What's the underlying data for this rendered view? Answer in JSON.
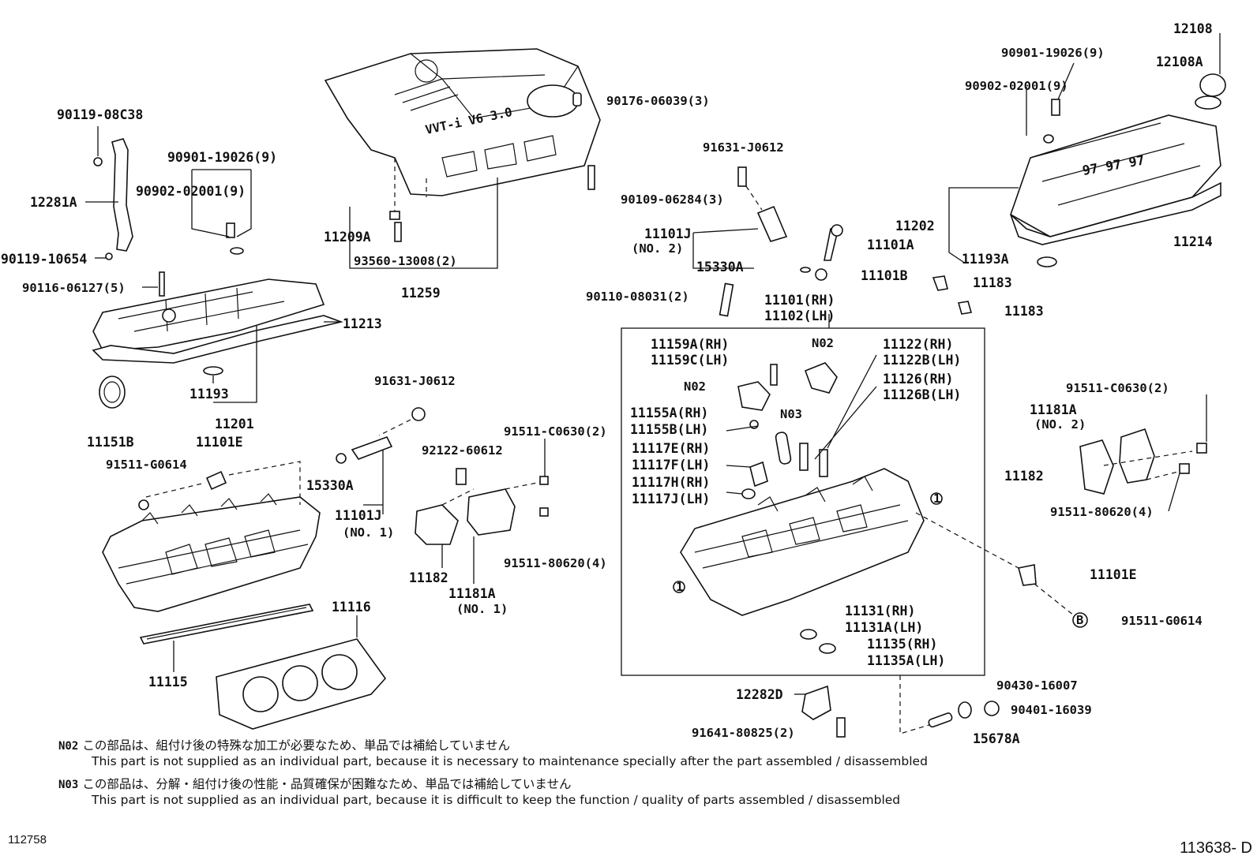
{
  "labels": {
    "l_90119_08c38": "90119-08C38",
    "l_12281a": "12281A",
    "l_90119_10654": "90119-10654",
    "l_90116_06127": "90116-06127(5)",
    "l_90901_19026_l": "90901-19026(9)",
    "l_90902_02001_l": "90902-02001(9)",
    "l_11213": "11213",
    "l_11193": "11193",
    "l_11201": "11201",
    "l_11151b": "11151B",
    "l_11101e_l": "11101E",
    "l_91511_g0614_l": "91511-G0614",
    "l_90176_06039": "90176-06039(3)",
    "l_90109_06284": "90109-06284(3)",
    "l_11209a": "11209A",
    "l_93560_13008": "93560-13008(2)",
    "l_11259": "11259",
    "l_91631_j0612_c": "91631-J0612",
    "l_11101j_c": "11101J",
    "l_no2_c": "(NO. 2)",
    "l_15330a_c": "15330A",
    "l_90110_08031": "90110-08031(2)",
    "l_11101a": "11101A",
    "l_11101b": "11101B",
    "l_11101_rh": "11101(RH)",
    "l_11102_lh": "11102(LH)",
    "l_91631_j0612_l": "91631-J0612",
    "l_15330a_l": "15330A",
    "l_11101j_l": "11101J",
    "l_no1_l": "(NO. 1)",
    "l_92122_60612": "92122-60612",
    "l_91511_c0630_c": "91511-C0630(2)",
    "l_91511_80620_c": "91511-80620(4)",
    "l_11182_c": "11182",
    "l_11181a_c": "11181A",
    "l_no1_c": "(NO. 1)",
    "l_11116": "11116",
    "l_11115": "11115",
    "l_11159a": "11159A(RH)",
    "l_11159c": "11159C(LH)",
    "l_n02_a": "N02",
    "l_n02_b": "N02",
    "l_n03": "N03",
    "l_11155a": "11155A(RH)",
    "l_11155b": "11155B(LH)",
    "l_11117e": "11117E(RH)",
    "l_11117f": "11117F(LH)",
    "l_11117h": "11117H(RH)",
    "l_11117j": "11117J(LH)",
    "l_11122": "11122(RH)",
    "l_11122b": "11122B(LH)",
    "l_11126": "11126(RH)",
    "l_11126b": "11126B(LH)",
    "l_11131": "11131(RH)",
    "l_11131a": "11131A(LH)",
    "l_11135": "11135(RH)",
    "l_11135a": "11135A(LH)",
    "l_12108": "12108",
    "l_12108a": "12108A",
    "l_90901_19026_r": "90901-19026(9)",
    "l_90902_02001_r": "90902-02001(9)",
    "l_11202": "11202",
    "l_11214": "11214",
    "l_11193a": "11193A",
    "l_11183_a": "11183",
    "l_11183_b": "11183",
    "l_91511_c0630_r": "91511-C0630(2)",
    "l_11181a_r": "11181A",
    "l_no2_r": "(NO. 2)",
    "l_11182_r": "11182",
    "l_91511_80620_r": "91511-80620(4)",
    "l_11101e_r": "11101E",
    "l_91511_g0614_r": "91511-G0614",
    "l_90430_16007": "90430-16007",
    "l_90401_16039": "90401-16039",
    "l_15678a": "15678A",
    "l_12282d": "12282D",
    "l_91641_80825": "91641-80825(2)",
    "cover_text": "VVT-i V6 3.0",
    "b_marker": "B",
    "one_a": "1",
    "one_b": "1",
    "tank": "97 97 97"
  },
  "notes": {
    "n02_code": "N02",
    "n02_jp": "この部品は、組付け後の特殊な加工が必要なため、単品では補給していません",
    "n02_en": "This part is not supplied as an individual part, because it is necessary to maintenance specially after the part assembled / disassembled",
    "n03_code": "N03",
    "n03_jp": "この部品は、分解・組付け後の性能・品質確保が困難なため、単品では補給していません",
    "n03_en": "This part is not supplied as an individual part, because it is difficult to keep the function / quality of parts  assembled / disassembled"
  },
  "figure_ids": {
    "left": "112758",
    "right": "113638- D"
  }
}
